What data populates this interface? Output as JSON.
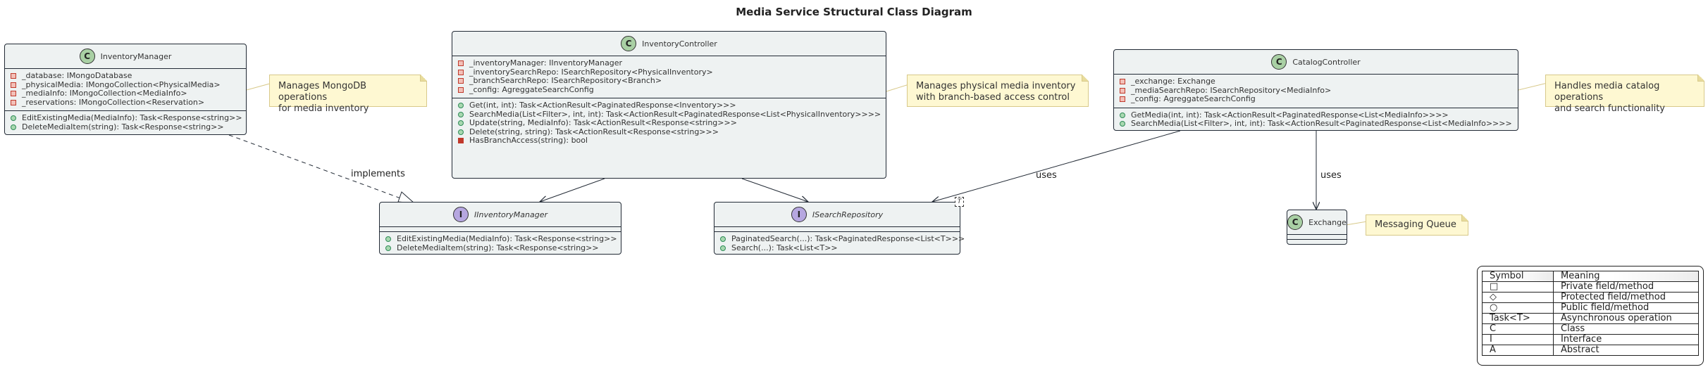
{
  "title": "Media Service Structural Class Diagram",
  "classes": {
    "inventory_manager": {
      "stereotype": "C",
      "name": "InventoryManager",
      "fields": [
        "_database: IMongoDatabase",
        "_physicalMedia: IMongoCollection<PhysicalMedia>",
        "_mediaInfo: IMongoCollection<MediaInfo>",
        "_reservations: IMongoCollection<Reservation>"
      ],
      "methods": [
        "EditExistingMedia(MediaInfo): Task<Response<string>>",
        "DeleteMediaItem(string): Task<Response<string>>"
      ]
    },
    "inventory_controller": {
      "stereotype": "C",
      "name": "InventoryController",
      "fields": [
        "_inventoryManager: IInventoryManager",
        "_inventorySearchRepo: ISearchRepository<PhysicalInventory>",
        "_branchSearchRepo: ISearchRepository<Branch>",
        "_config: AgreggateSearchConfig"
      ],
      "methods": [
        "Get(int, int): Task<ActionResult<PaginatedResponse<Inventory>>>",
        "SearchMedia(List<Filter>, int, int): Task<ActionResult<PaginatedResponse<List<PhysicalInventory>>>>",
        "Update(string, MediaInfo): Task<ActionResult<Response<string>>>",
        "Delete(string, string): Task<ActionResult<Response<string>>>",
        "HasBranchAccess(string): bool"
      ]
    },
    "catalog_controller": {
      "stereotype": "C",
      "name": "CatalogController",
      "fields": [
        "_exchange: Exchange",
        "_mediaSearchRepo: ISearchRepository<MediaInfo>",
        "_config: AgreggateSearchConfig"
      ],
      "methods": [
        "GetMedia(int, int): Task<ActionResult<PaginatedResponse<List<MediaInfo>>>>",
        "SearchMedia(List<Filter>, int, int): Task<ActionResult<PaginatedResponse<List<MediaInfo>>>>"
      ]
    },
    "iinventory_manager": {
      "stereotype": "I",
      "name": "IInventoryManager",
      "methods": [
        "EditExistingMedia(MediaInfo): Task<Response<string>>",
        "DeleteMediaItem(string): Task<Response<string>>"
      ]
    },
    "isearch_repository": {
      "stereotype": "I",
      "name": "ISearchRepository",
      "type_param": "T",
      "methods": [
        "PaginatedSearch(...): Task<PaginatedResponse<List<T>>>",
        "Search(...): Task<List<T>>"
      ]
    },
    "exchange": {
      "stereotype": "C",
      "name": "Exchange"
    }
  },
  "notes": {
    "inventory_manager": [
      "Manages MongoDB operations",
      "for media inventory"
    ],
    "inventory_controller": [
      "Manages physical media inventory",
      "with branch-based access control"
    ],
    "catalog_controller": [
      "Handles media catalog operations",
      "and search functionality"
    ],
    "exchange": [
      "Messaging Queue"
    ]
  },
  "edges": {
    "implements": "implements",
    "uses": "uses"
  },
  "legend": {
    "headers": [
      "Symbol",
      "Meaning"
    ],
    "rows": [
      [
        "□",
        "Private field/method"
      ],
      [
        "◇",
        "Protected field/method"
      ],
      [
        "○",
        "Public field/method"
      ],
      [
        "Task<T>",
        "Asynchronous operation"
      ],
      [
        "C",
        "Class"
      ],
      [
        "I",
        "Interface"
      ],
      [
        "A",
        "Abstract"
      ]
    ]
  }
}
